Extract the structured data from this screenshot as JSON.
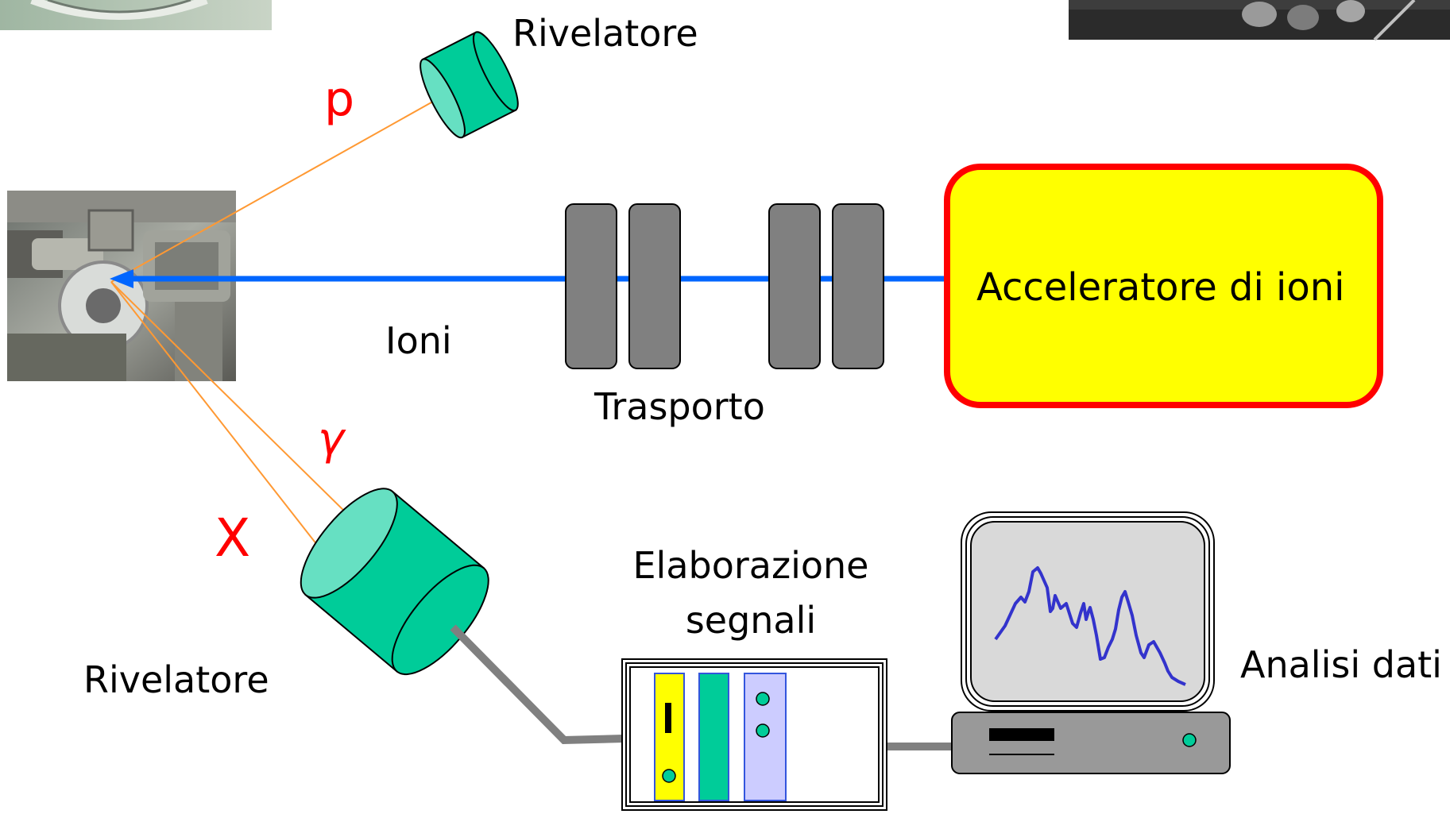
{
  "labels": {
    "detector_top": "Rivelatore",
    "detector_bottom": "Rivelatore",
    "particle_p": "p",
    "particle_gamma": "γ",
    "particle_x": "X",
    "ions": "Ioni",
    "transport": "Trasporto",
    "accelerator": "Acceleratore di ioni",
    "signal_line1": "Elaborazione",
    "signal_line2": "segnali",
    "data_analysis": "Analisi dati"
  },
  "colors": {
    "detector": "#00cc99",
    "detector_face": "#66e0c2",
    "beam": "#0066ff",
    "accelerator_fill": "#ffff00",
    "accelerator_border": "#ff0000",
    "magnet": "#808080",
    "ray": "#ff9933",
    "particle_label": "#ff0000",
    "spectrum": "#3333cc",
    "cable": "#808080"
  },
  "icons": {
    "sample_photo": "sample-chamber-photo",
    "computer": "computer-monitor-icon",
    "spectrum": "spectrum-trace"
  }
}
